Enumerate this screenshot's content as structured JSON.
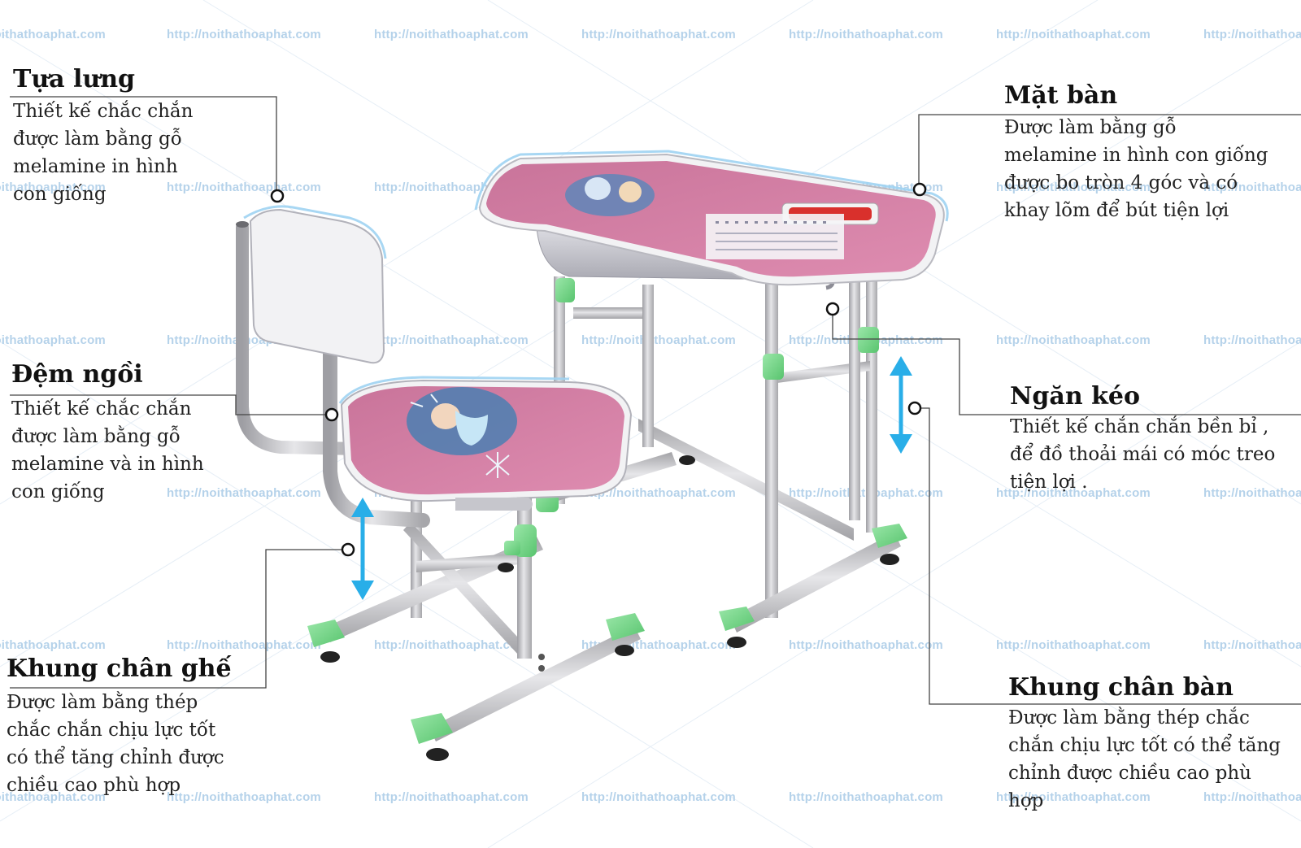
{
  "watermark": {
    "text": "http://noithathoaphat.com",
    "color": "#b5d2ea"
  },
  "colors": {
    "desk_pink": "#d784a8",
    "frame_gray": "#c9c9cc",
    "foot_green": "#7ed891",
    "arrow_blue": "#29aee8",
    "accent_red": "#d9302c"
  },
  "callouts": {
    "backrest": {
      "title": "Tựa lưng",
      "desc": "Thiết kế chắc chắn\nđược làm bằng gỗ\nmelamine in hình\ncon giống"
    },
    "seat": {
      "title": "Đệm ngồi",
      "desc": "Thiết kế chắc chắn\nđược làm bằng gỗ\nmelamine và in hình\ncon giống"
    },
    "chair_frame": {
      "title": "Khung chân ghế",
      "desc": "Được làm bằng thép\nchắc chắn chịu lực tốt\ncó thể tăng chỉnh được\nchiều cao phù hợp"
    },
    "desktop": {
      "title": "Mặt bàn",
      "desc": "Được làm bằng gỗ\nmelamine in hình con giống\nđược bo tròn 4 góc và có\nkhay lõm để bút tiện lợi"
    },
    "drawer": {
      "title": "Ngăn kéo",
      "desc": "Thiết kế chắn chắn bền bỉ ,\nđể đồ thoải mái có móc treo\ntiện lợi  ."
    },
    "desk_frame": {
      "title": "Khung chân bàn",
      "desc": "Được làm bằng thép chắc\nchắn chịu lực tốt có thể tăng\nchỉnh được chiều cao phù\nhợp"
    }
  }
}
